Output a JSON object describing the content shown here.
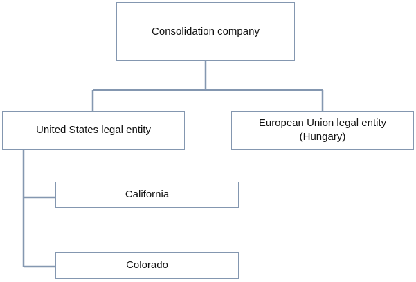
{
  "diagram": {
    "nodes": {
      "root": {
        "label": "Consolidation company"
      },
      "us": {
        "label": "United States legal entity"
      },
      "eu": {
        "label_line1": "European Union legal entity",
        "label_line2": "(Hungary)"
      },
      "california": {
        "label": "California"
      },
      "colorado": {
        "label": "Colorado"
      }
    },
    "edges": [
      {
        "from": "root",
        "to": "us"
      },
      {
        "from": "root",
        "to": "eu"
      },
      {
        "from": "us",
        "to": "california"
      },
      {
        "from": "us",
        "to": "colorado"
      }
    ],
    "colors": {
      "box_border": "#8497b0",
      "connector": "#8497b0",
      "text": "#111111",
      "background": "#ffffff"
    }
  }
}
